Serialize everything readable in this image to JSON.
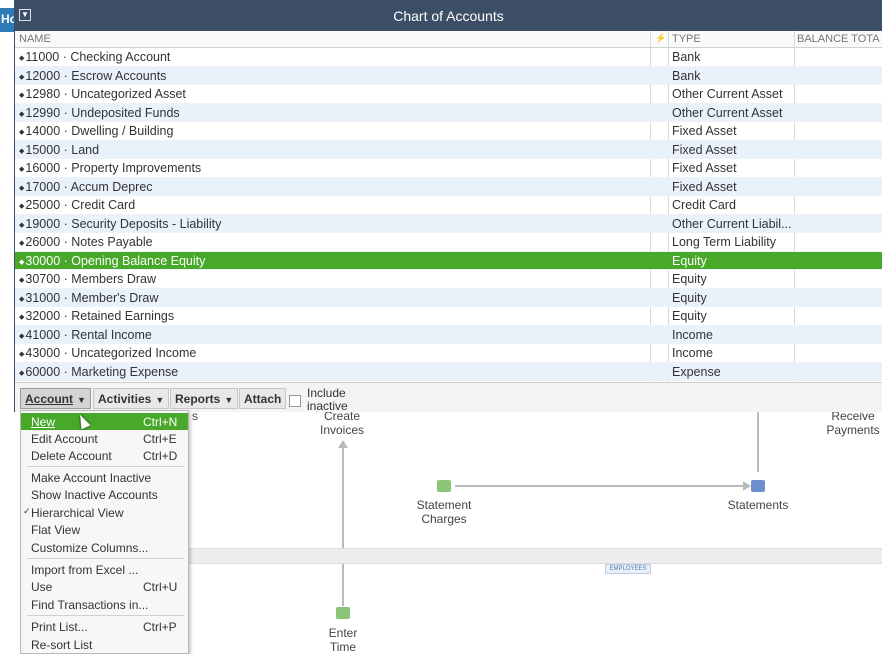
{
  "background": {
    "home_tab_label": "Ho",
    "labels": {
      "create_invoices": "Create\nInvoices",
      "receive_payments": "Receive\nPayments",
      "statement_charges": "Statement\nCharges",
      "statements": "Statements",
      "enter_time": "Enter\nTime",
      "employees_badge": "EMPLOYEES",
      "partial_s": "s"
    }
  },
  "window": {
    "title": "Chart of Accounts",
    "system_menu_icon": "▼"
  },
  "columns": {
    "name": "NAME",
    "attach": "⚡",
    "type": "TYPE",
    "balance": "BALANCE TOTA"
  },
  "accounts": [
    {
      "name": "11000 · Checking Account",
      "type": "Bank"
    },
    {
      "name": "12000 · Escrow Accounts",
      "type": "Bank"
    },
    {
      "name": "12980 · Uncategorized Asset",
      "type": "Other Current Asset"
    },
    {
      "name": "12990 · Undeposited Funds",
      "type": "Other Current Asset"
    },
    {
      "name": "14000 · Dwelling / Building",
      "type": "Fixed Asset"
    },
    {
      "name": "15000 · Land",
      "type": "Fixed Asset"
    },
    {
      "name": "16000 · Property Improvements",
      "type": "Fixed Asset"
    },
    {
      "name": "17000 · Accum Deprec",
      "type": "Fixed Asset"
    },
    {
      "name": "25000 · Credit Card",
      "type": "Credit Card"
    },
    {
      "name": "19000 · Security Deposits - Liability",
      "type": "Other Current Liabil..."
    },
    {
      "name": "26000 · Notes Payable",
      "type": "Long Term Liability"
    },
    {
      "name": "30000 · Opening Balance Equity",
      "type": "Equity"
    },
    {
      "name": "30700 · Members Draw",
      "type": "Equity"
    },
    {
      "name": "31000 · Member's Draw",
      "type": "Equity"
    },
    {
      "name": "32000 · Retained Earnings",
      "type": "Equity"
    },
    {
      "name": "41000 · Rental Income",
      "type": "Income"
    },
    {
      "name": "43000 · Uncategorized Income",
      "type": "Income"
    },
    {
      "name": "60000 · Marketing Expense",
      "type": "Expense"
    }
  ],
  "selected_account_index": 11,
  "toolbar": {
    "account": "Account",
    "activities": "Activities",
    "reports": "Reports",
    "attach": "Attach",
    "include_inactive": "Include inactive",
    "caret": "▼"
  },
  "menu": {
    "new": {
      "label": "New",
      "shortcut": "Ctrl+N"
    },
    "edit_account": {
      "label": "Edit Account",
      "shortcut": "Ctrl+E"
    },
    "delete_account": {
      "label": "Delete Account",
      "shortcut": "Ctrl+D"
    },
    "make_inactive": {
      "label": "Make Account Inactive"
    },
    "show_inactive": {
      "label": "Show Inactive Accounts"
    },
    "hierarchical": {
      "label": "Hierarchical View",
      "check": "✓"
    },
    "flat": {
      "label": "Flat View"
    },
    "customize_columns": {
      "label": "Customize Columns..."
    },
    "import_excel": {
      "label": "Import from Excel ..."
    },
    "use": {
      "label": "Use",
      "shortcut": "Ctrl+U"
    },
    "find_transactions": {
      "label": "Find Transactions in..."
    },
    "print_list": {
      "label": "Print List...",
      "shortcut": "Ctrl+P"
    },
    "resort": {
      "label": "Re-sort List"
    }
  },
  "colors": {
    "titlebar": "#3d4f66",
    "selection": "#48a82a",
    "alt_row": "#e9f1fb"
  }
}
